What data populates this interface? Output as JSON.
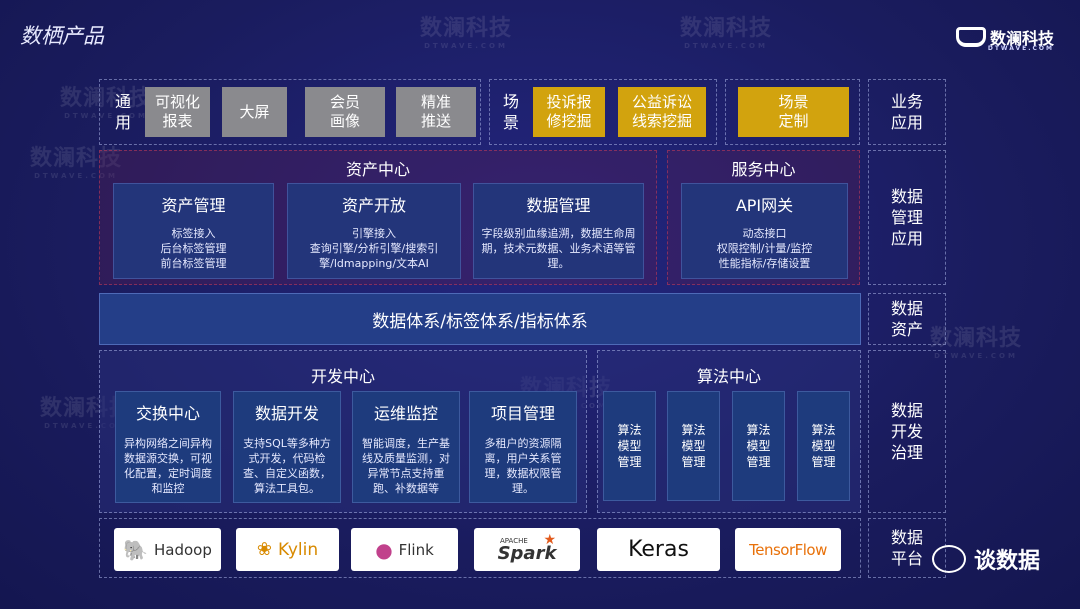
{
  "page_title": "数栖产品",
  "brand": {
    "name": "数澜科技",
    "sub": "DTWAVE.COM"
  },
  "watermark": {
    "text": "数澜科技",
    "sub": "DTWAVE.COM"
  },
  "top_row": {
    "general_label": "通用",
    "general_items": [
      "可视化报表",
      "大屏",
      "会员画像",
      "精准推送"
    ],
    "scene_label": "场景",
    "scene_items": [
      "投诉报修挖掘",
      "公益诉讼线索挖掘"
    ],
    "custom_item": "场景定制"
  },
  "asset_center": {
    "title": "资产中心",
    "cards": [
      {
        "title": "资产管理",
        "desc": "标签接入\n后台标签管理\n前台标签管理"
      },
      {
        "title": "资产开放",
        "desc": "引擎接入\n查询引擎/分析引擎/搜索引擎/ldmapping/文本AI"
      },
      {
        "title": "数据管理",
        "desc": "字段级别血缘追溯，数据生命周期，技术元数据、业务术语等管理。"
      }
    ]
  },
  "service_center": {
    "title": "服务中心",
    "card": {
      "title": "API网关",
      "desc": "动态接口\n权限控制/计量/监控\n性能指标/存储设置"
    }
  },
  "data_system": "数据体系/标签体系/指标体系",
  "dev_center": {
    "title": "开发中心",
    "cards": [
      {
        "title": "交换中心",
        "desc": "异构网络之间异构数据源交换，可视化配置，定时调度和监控"
      },
      {
        "title": "数据开发",
        "desc": "支持SQL等多种方式开发，代码检查、自定义函数，算法工具包。"
      },
      {
        "title": "运维监控",
        "desc": "智能调度，生产基线及质量监测，对异常节点支持重跑、补数据等"
      },
      {
        "title": "项目管理",
        "desc": "多租户的资源隔离，用户关系管理，数据权限管理。"
      }
    ]
  },
  "algo_center": {
    "title": "算法中心",
    "cards": [
      "算法模型管理",
      "算法模型管理",
      "算法模型管理",
      "算法模型管理"
    ]
  },
  "platform_logos": [
    {
      "name": "Hadoop",
      "icon": "elephant-icon"
    },
    {
      "name": "Kylin",
      "icon": "kylin-icon"
    },
    {
      "name": "Flink",
      "icon": "squirrel-icon"
    },
    {
      "name": "Spark",
      "sub": "APACHE",
      "icon": "spark-star-icon"
    },
    {
      "name": "Keras",
      "icon": "text-only"
    },
    {
      "name": "TensorFlow",
      "icon": "text-only"
    }
  ],
  "right_labels": [
    "业务应用",
    "数据管理应用",
    "数据资产",
    "数据开发治理",
    "数据平台"
  ],
  "footer_brand": "谈数据",
  "colors": {
    "background": "#1b1d63",
    "gold": "#d2a30e",
    "gray": "#8a8a8e",
    "card": "#23357a"
  }
}
